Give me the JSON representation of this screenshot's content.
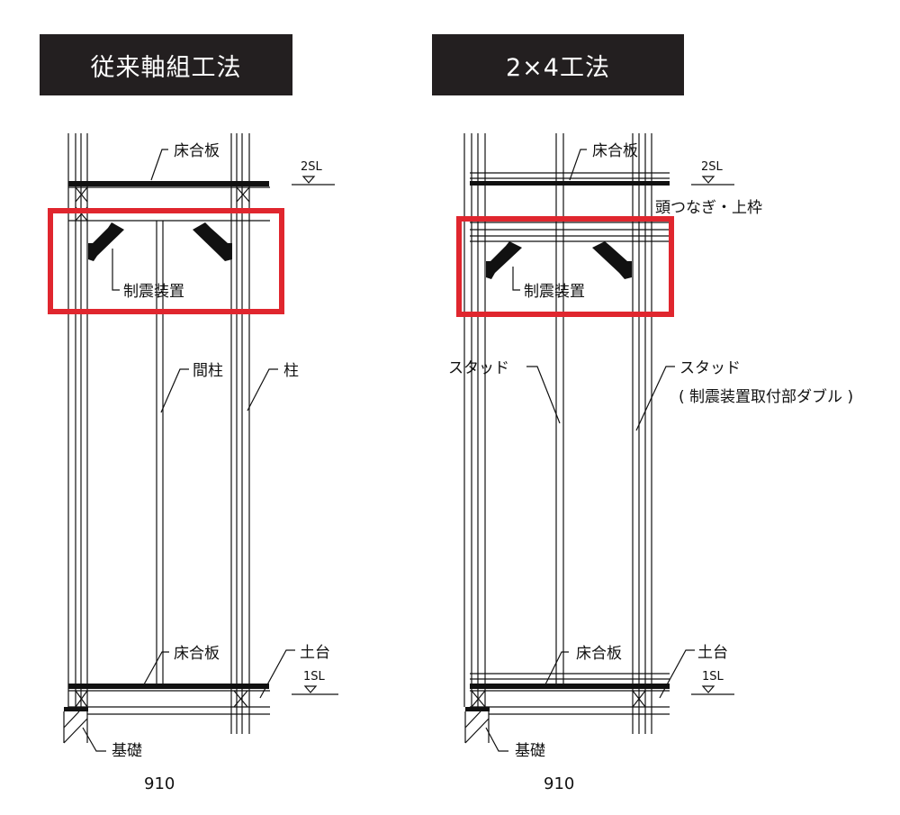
{
  "colors": {
    "highlight": "#e0262e",
    "ink": "#111111",
    "title_bg": "#231f20"
  },
  "left_panel": {
    "title": "従来軸組工法",
    "labels": {
      "floor_top": "床合板",
      "level_top": "2SL",
      "damper": "制震装置",
      "intermediate_post": "間柱",
      "post": "柱",
      "floor_bottom": "床合板",
      "sill": "土台",
      "level_bottom": "1SL",
      "foundation": "基礎",
      "dimension": "910"
    }
  },
  "right_panel": {
    "title": "2×4工法",
    "labels": {
      "floor_top": "床合板",
      "level_top": "2SL",
      "top_plate": "頭つなぎ・上枠",
      "damper": "制震装置",
      "stud_left": "スタッド",
      "stud_right": "スタッド",
      "stud_note": "( 制震装置取付部ダブル )",
      "floor_bottom": "床合板",
      "sill": "土台",
      "level_bottom": "1SL",
      "foundation": "基礎",
      "dimension": "910"
    }
  }
}
